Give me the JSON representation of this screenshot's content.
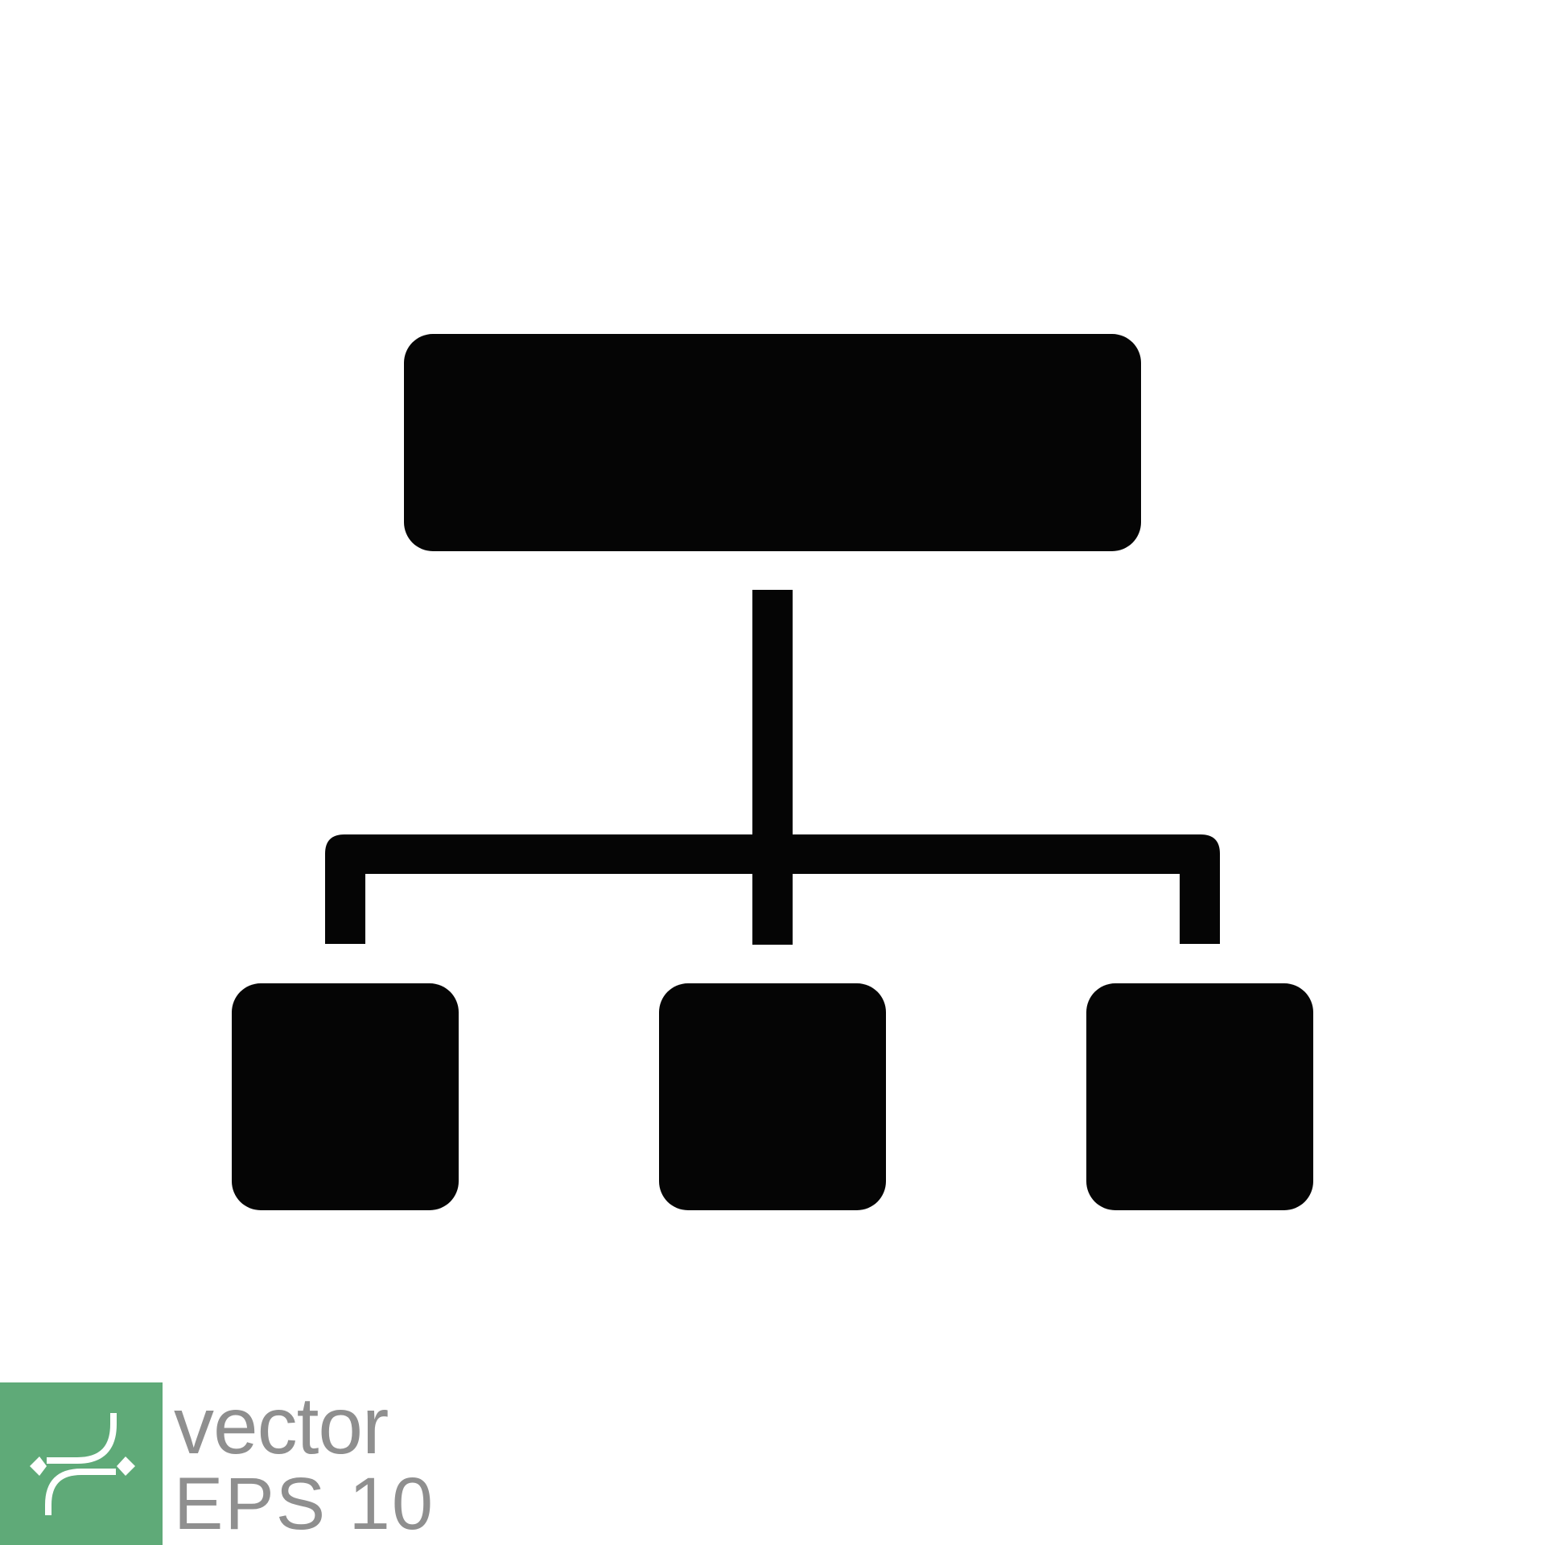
{
  "colors": {
    "icon_fill": "#050505",
    "badge_bg": "#5faa78",
    "badge_symbol": "#ffffff",
    "caption_text": "#8f8f8f",
    "background": "#ffffff"
  },
  "icon": {
    "name": "hierarchy-icon",
    "style": "solid glyph"
  },
  "badge": {
    "icon_name": "vector-path-icon"
  },
  "caption": {
    "line1": "vector",
    "line2": "EPS 10"
  }
}
